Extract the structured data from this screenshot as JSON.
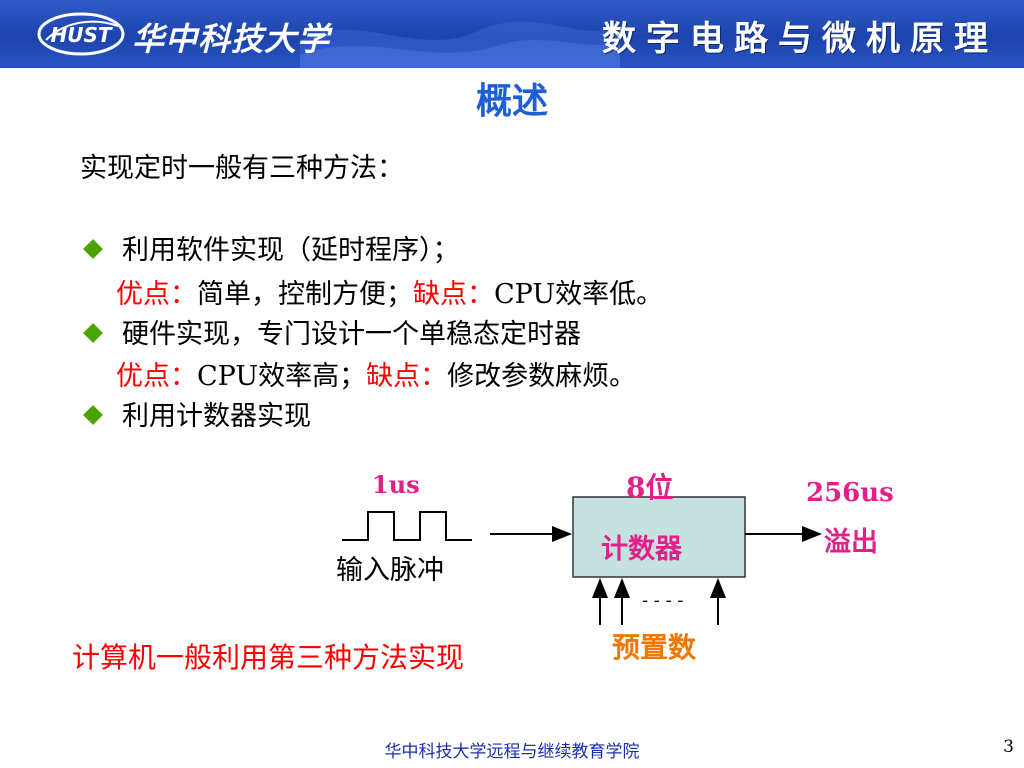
{
  "header": {
    "logo_text": "HUST",
    "school_name": "华中科技大学",
    "course_title": "数字电路与微机原理"
  },
  "slide": {
    "title": "概述",
    "intro": "实现定时一般有三种方法：",
    "method1": "利用软件实现（延时程序）；",
    "m1_pro_label": "优点：",
    "m1_pro_text": "简单，控制方便；",
    "m1_con_label": "缺点：",
    "m1_con_text": "CPU效率低。",
    "method2": "硬件实现，专门设计一个单稳态定时器",
    "m2_pro_label": "优点：",
    "m2_pro_text": "CPU效率高；",
    "m2_con_label": "缺点：",
    "m2_con_text": "修改参数麻烦。",
    "method3": "利用计数器实现",
    "conclusion": "计算机一般利用第三种方法实现"
  },
  "diagram": {
    "pulse_period": "1us",
    "input_label": "输入脉冲",
    "bit_width": "8位",
    "counter_label": "计数器",
    "overflow_time": "256us",
    "overflow_label": "溢出",
    "preset_label": "预置数",
    "dashes": "- - - -"
  },
  "footer": {
    "institution": "华中科技大学远程与继续教育学院",
    "page_number": "3"
  },
  "colors": {
    "header_blue": "#1d43ad",
    "title_blue": "#1f5fd6",
    "red": "#ff0000",
    "bullet_green": "#4aa400",
    "pink": "#e0218a",
    "orange": "#f07800",
    "counter_fill": "#c6e2e0"
  }
}
